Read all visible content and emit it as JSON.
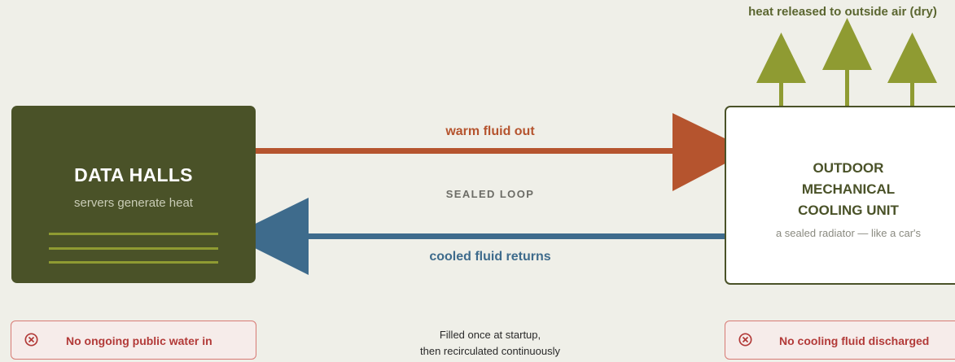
{
  "data_halls": {
    "title": "DATA HALLS",
    "subtitle": "servers generate heat"
  },
  "cooling_unit": {
    "title_line1": "OUTDOOR",
    "title_line2": "MECHANICAL",
    "title_line3": "COOLING UNIT",
    "subtitle": "a sealed radiator — like a car's"
  },
  "flows": {
    "warm_label": "warm fluid out",
    "sealed_label": "SEALED LOOP",
    "cooled_label": "cooled fluid returns"
  },
  "heat_release_label": "heat released to outside air (dry)",
  "badges": {
    "left_text": "No ongoing public water in",
    "right_text": "No cooling fluid discharged"
  },
  "note": {
    "line1": "Filled once at startup,",
    "line2": "then recirculated continuously"
  },
  "colors": {
    "background": "#efefe8",
    "olive_dark": "#4a5228",
    "olive_light": "#8f9b32",
    "warm": "#b5542e",
    "cool": "#3e6b8c",
    "alert": "#b23a38"
  },
  "icons": [
    "tree-icon",
    "warning-circle-x-icon"
  ]
}
